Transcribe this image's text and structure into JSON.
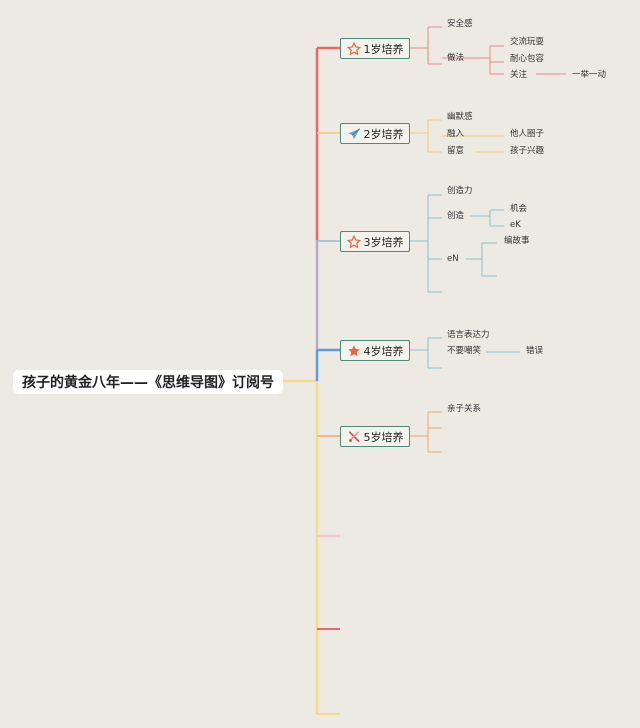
{
  "root": "孩子的黄金八年——《思维导图》订阅号",
  "branches": [
    {
      "label": "1岁培养",
      "icon": "star-outline-icon",
      "color": "#e8686a",
      "items": {
        "a": "安全感",
        "b": "做法",
        "c": "交流玩耍",
        "d": "耐心包容",
        "e": "关注",
        "f": "一举一动"
      }
    },
    {
      "label": "2岁培养",
      "icon": "paper-plane-icon",
      "color": "#f5c878",
      "items": {
        "a": "幽默感",
        "b": "融入",
        "c": "他人圈子",
        "d": "留意",
        "e": "孩子兴趣"
      }
    },
    {
      "label": "3岁培养",
      "icon": "star-outline-icon",
      "color": "#86c4ce",
      "items": {
        "a": "创造力",
        "b": "创造",
        "c": "机会",
        "d": "eK",
        "e": "eN",
        "f": "编故事"
      }
    },
    {
      "label": "4岁培养",
      "icon": "star-filled-icon",
      "color": "#5b9be0",
      "items": {
        "a": "语言表达力",
        "b": "不要嘲笑",
        "c": "错误"
      }
    },
    {
      "label": "5岁培养",
      "icon": "tools-icon",
      "color": "#f0a86a",
      "items": {
        "a": "亲子关系"
      }
    }
  ],
  "colors": {
    "background": "#eceae3",
    "node_border": "#4e8a78",
    "trunk_yellow": "#f7d98c",
    "stub_pink": "#f5c6d0",
    "stub_red": "#e8686a",
    "star_orange": "#e4663a"
  }
}
